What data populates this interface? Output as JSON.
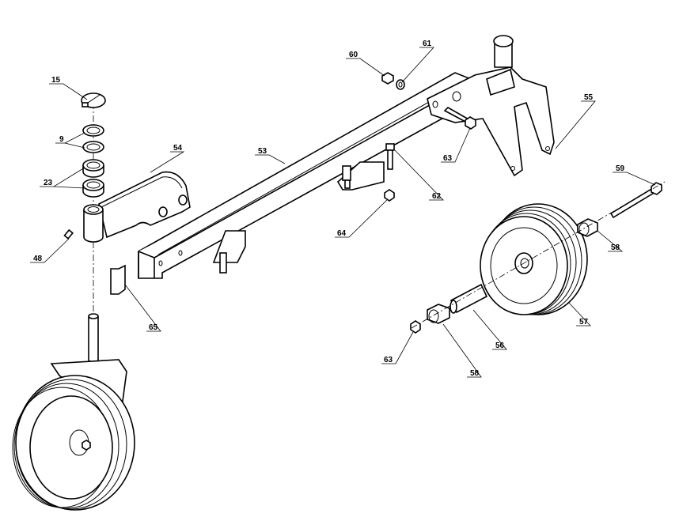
{
  "diagram": {
    "type": "exploded parts diagram",
    "callouts": {
      "c15": "15",
      "c9": "9",
      "c23": "23",
      "c48": "48",
      "c54": "54",
      "c53": "53",
      "c60": "60",
      "c61": "61",
      "c55": "55",
      "c63a": "63",
      "c62": "62",
      "c64": "64",
      "c59": "59",
      "c58a": "58",
      "c65": "65",
      "c57": "57",
      "c56": "56",
      "c63b": "63",
      "c58b": "58"
    }
  }
}
